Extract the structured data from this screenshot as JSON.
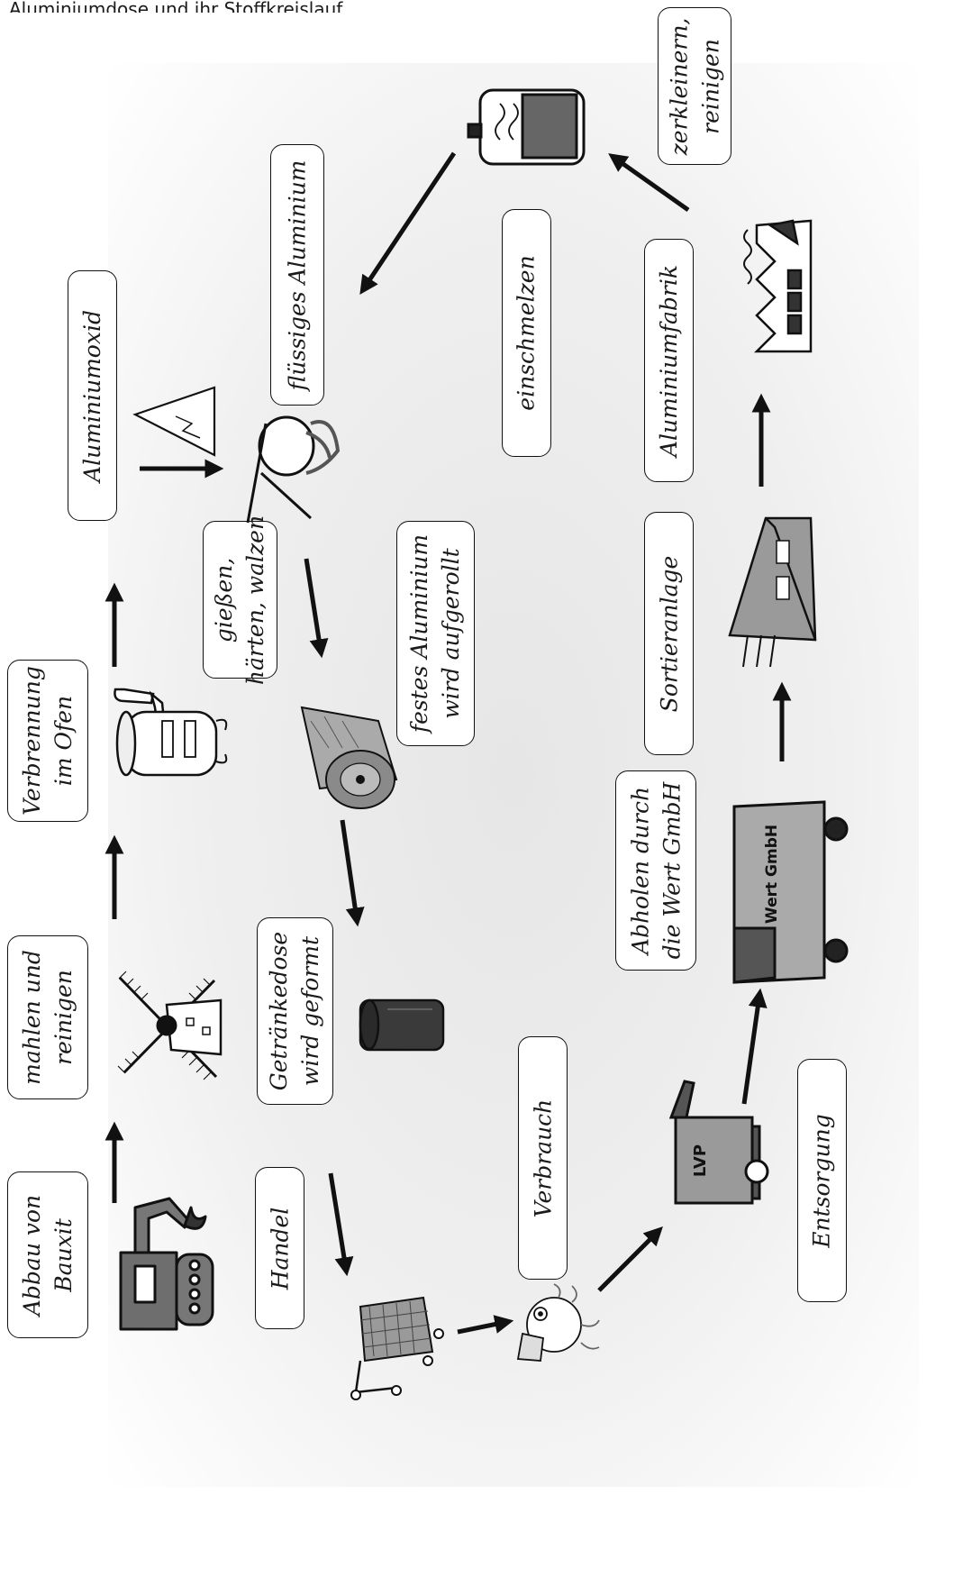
{
  "header_crop": "Aluminiumdose und ihr Stoffkreislauf",
  "labels": {
    "abbau": "Abbau von\nBauxit",
    "mahlen": "mahlen und\nreinigen",
    "verbrennung": "Verbrennung\nim Ofen",
    "aluminiumoxid": "Aluminiumoxid",
    "fluessig": "flüssiges Aluminium",
    "einschmelzen": "einschmelzen",
    "zerkleinern": "zerkleinern,\nreinigen",
    "giessen": "gießen,\nhärten, walzen",
    "festes": "festes Aluminium\nwird aufgerollt",
    "getraenkedose": "Getränkedose\nwird geformt",
    "handel": "Handel",
    "verbrauch": "Verbrauch",
    "abholen": "Abholen durch\ndie Wert GmbH",
    "sortieranlage": "Sortieranlage",
    "fabrik": "Aluminiumfabrik",
    "entsorgung": "Entsorgung"
  },
  "icon_text": {
    "bin": "LVP",
    "truck": "Wert GmbH"
  },
  "colors": {
    "ink": "#111111",
    "bg": "#ececec",
    "grey": "#8a8a8a",
    "dark": "#3a3a3a"
  }
}
